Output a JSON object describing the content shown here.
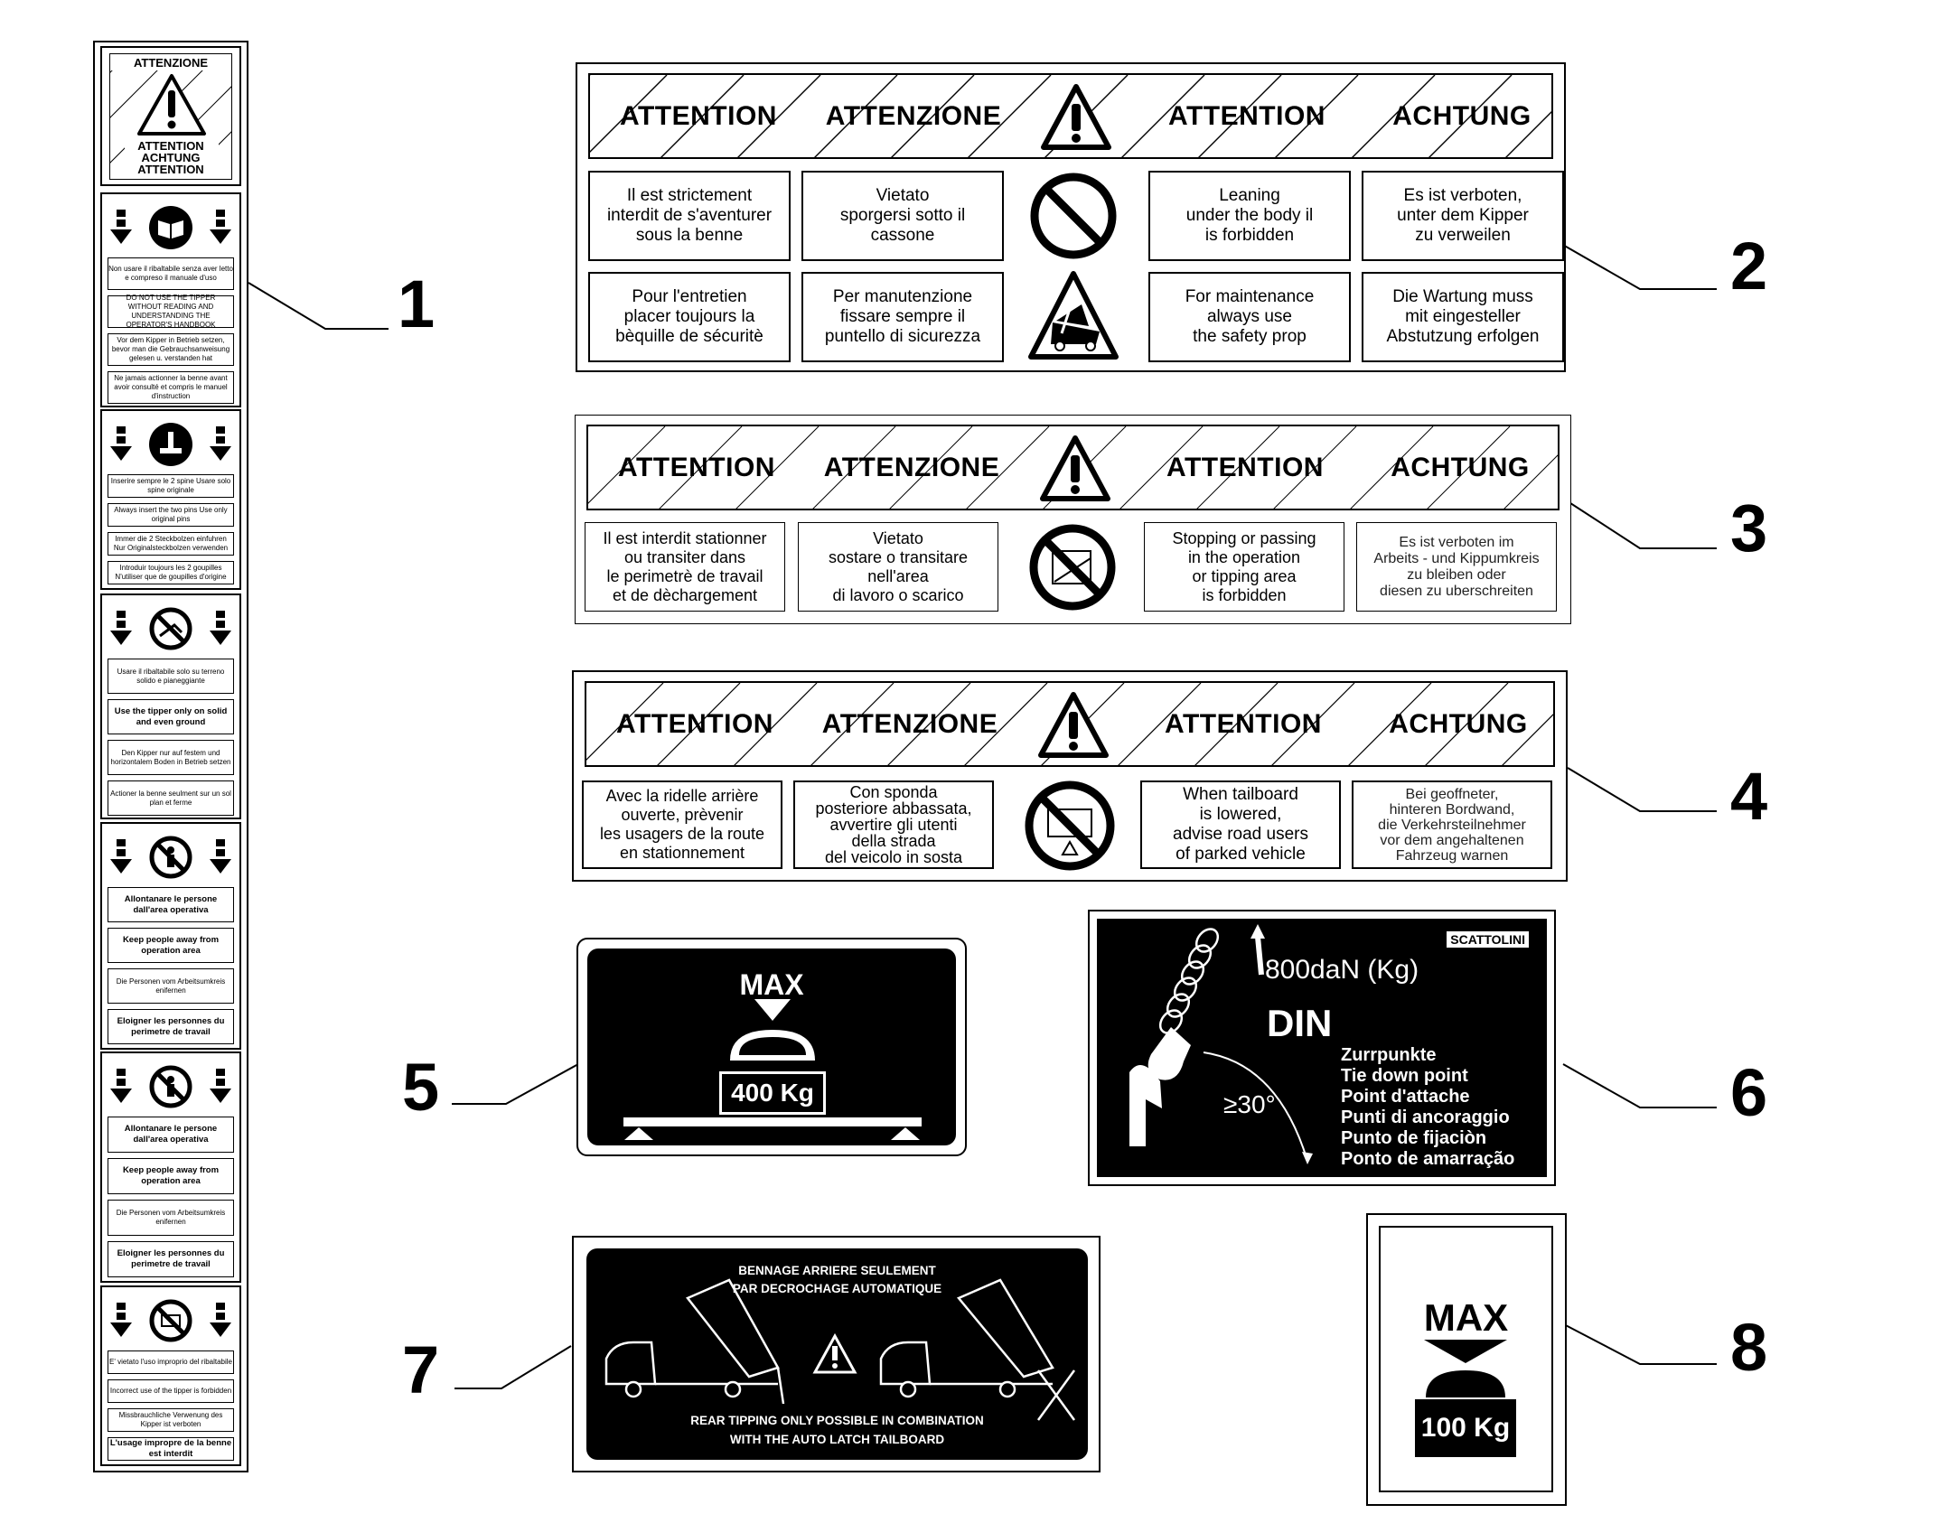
{
  "callouts": [
    "1",
    "2",
    "3",
    "4",
    "5",
    "6",
    "7",
    "8"
  ],
  "label1": {
    "header": {
      "top": "ATTENZIONE",
      "lines": [
        "ATTENTION",
        "ACHTUNG",
        "ATTENTION"
      ]
    },
    "sections": [
      {
        "icon": "manual-read-icon",
        "notes": [
          {
            "text": "Non usare il ribaltabile senza aver letto e compreso il manuale d'uso",
            "bold": false
          },
          {
            "text": "DO NOT USE THE TIPPER WITHOUT READING AND UNDERSTANDING THE OPERATOR'S HANDBOOK",
            "bold": false
          },
          {
            "text": "Vor dem Kipper in Betrieb setzen, bevor man die Gebrauchsanweisung gelesen u. verstanden hat",
            "bold": false
          },
          {
            "text": "Ne jamais actionner la benne avant avoir consulté et compris le manuel d'instruction",
            "bold": false
          }
        ]
      },
      {
        "icon": "pin-insert-icon",
        "notes": [
          {
            "text": "Inserire sempre le 2 spine Usare solo spine originale",
            "bold": false
          },
          {
            "text": "Always insert the two pins Use only original pins",
            "bold": false
          },
          {
            "text": "Immer die 2 Steckbolzen einfuhren Nur Originalsteckbolzen verwenden",
            "bold": false
          },
          {
            "text": "Introduir toujours les 2 goupilles N'utiliser que de goupilles d'origine",
            "bold": false
          }
        ]
      },
      {
        "icon": "no-uneven-ground-icon",
        "notes": [
          {
            "text": "Usare il ribaltabile solo su terreno solido e pianeggiante",
            "bold": false
          },
          {
            "text": "Use the tipper only on solid and even ground",
            "bold": true
          },
          {
            "text": "Den Kipper nur auf festem und horizontalem Boden in Betrieb setzen",
            "bold": false
          },
          {
            "text": "Actioner la benne seulment sur un sol plan et ferme",
            "bold": false
          }
        ]
      },
      {
        "icon": "no-people-icon",
        "notes": [
          {
            "text": "Allontanare le persone dall'area operativa",
            "bold": true
          },
          {
            "text": "Keep people away from operation area",
            "bold": true
          },
          {
            "text": "Die Personen vom Arbeitsumkreis enifernen",
            "bold": false
          },
          {
            "text": "Eloigner les personnes du perimetre de travail",
            "bold": true
          }
        ]
      },
      {
        "icon": "no-people-icon",
        "notes": [
          {
            "text": "Allontanare le persone dall'area operativa",
            "bold": true
          },
          {
            "text": "Keep people away from operation area",
            "bold": true
          },
          {
            "text": "Die Personen vom Arbeitsumkreis enifernen",
            "bold": false
          },
          {
            "text": "Eloigner les personnes du perimetre de travail",
            "bold": true
          }
        ]
      },
      {
        "icon": "no-improper-use-icon",
        "notes": [
          {
            "text": "E' vietato l'uso improprio del ribaltabile",
            "bold": false
          },
          {
            "text": "Incorrect use of the tipper is forbidden",
            "bold": false
          },
          {
            "text": "Missbrauchliche Verwenung des Kipper ist verboten",
            "bold": false
          },
          {
            "text": "L'usage impropre de la benne est interdit",
            "bold": true
          }
        ]
      }
    ]
  },
  "warn_header": [
    "ATTENTION",
    "ATTENZIONE",
    "ATTENTION",
    "ACHTUNG"
  ],
  "label2": {
    "row1": [
      "Il est strictement\ninterdit de s'aventurer\nsous la benne",
      "Vietato\nsporgersi sotto il\ncassone",
      "Leaning\nunder the body il\nis forbidden",
      "Es ist verboten,\nunter dem Kipper\nzu verweilen"
    ],
    "row2": [
      "Pour l'entretien\nplacer toujours la\nbèquille de sécuritè",
      "Per manutenzione\nfissare sempre il\npuntello di sicurezza",
      "For maintenance\nalways use\nthe safety prop",
      "Die Wartung muss\nmit eingesteller\nAbstutzung erfolgen"
    ]
  },
  "label3": {
    "row": [
      "Il est interdit stationner\nou transiter dans\nle perimetrè de travail\net de dèchargement",
      "Vietato\nsostare o transitare\nnell'area\ndi lavoro o scarico",
      "Stopping or passing\nin the operation\nor tipping area\nis forbidden",
      "Es ist verboten im\nArbeits - und Kippumkreis\nzu bleiben oder\ndiesen zu uberschreiten"
    ]
  },
  "label4": {
    "row": [
      "Avec la ridelle arrière\nouverte, prèvenir\nles usagers de la route\nen stationnement",
      "Con  sponda\nposteriore abbassata,\navvertire gli utenti\ndella strada\ndel veicolo in sosta",
      "When tailboard\nis lowered,\nadvise road users\nof parked vehicle",
      "Bei geoffneter,\nhinteren Bordwand,\ndie Verkehrsteilnehmer\nvor dem angehaltenen\nFahrzeug warnen"
    ]
  },
  "label5": {
    "max": "MAX",
    "load": "400 Kg"
  },
  "label6": {
    "brand": "SCATTOLINI",
    "force": "800daN (Kg)",
    "din": "DIN",
    "angle": "≥30°",
    "points": [
      "Zurrpunkte",
      "Tie down point",
      "Point d'attache",
      "Punti di ancoraggio",
      "Punto de fijaciòn",
      "Ponto de amarração"
    ]
  },
  "label7": {
    "top": [
      "BENNAGE ARRIERE SEULEMENT",
      "PAR DECROCHAGE AUTOMATIQUE"
    ],
    "bottom": [
      "REAR TIPPING ONLY POSSIBLE IN COMBINATION",
      "WITH THE AUTO LATCH TAILBOARD"
    ]
  },
  "label8": {
    "max": "MAX",
    "load": "100 Kg"
  }
}
